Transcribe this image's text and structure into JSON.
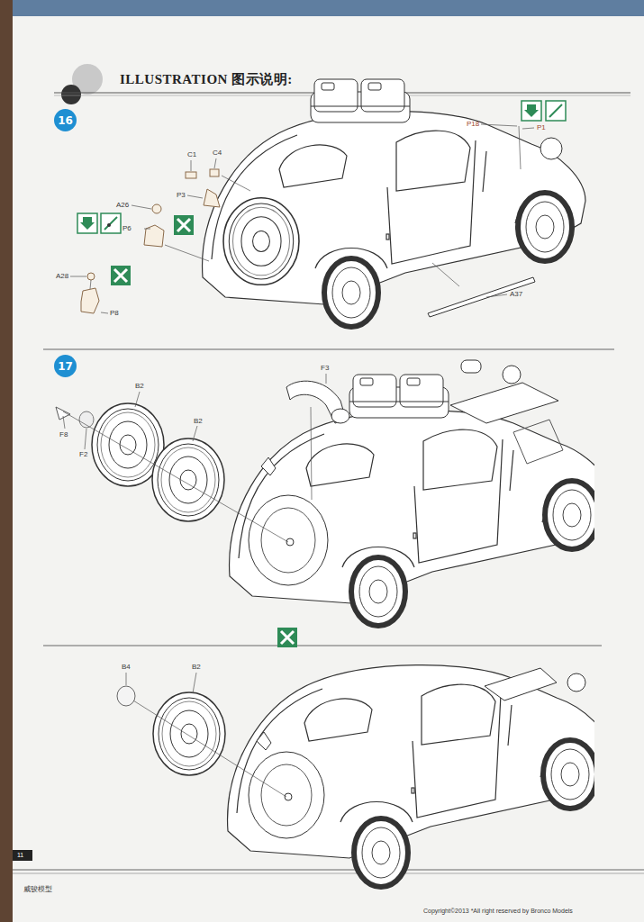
{
  "diagram": {
    "title": "ILLUSTRATION 图示说明:",
    "nodes": [
      {
        "text": [
          "16"
        ]
      },
      {
        "text": [
          "17"
        ]
      }
    ],
    "edges": [],
    "labels": [
      "C1",
      "C4",
      "A26",
      "P3",
      "P6",
      "A28",
      "P8",
      "P18",
      "P1",
      "A37",
      "B2",
      "B2",
      "F8",
      "F2",
      "F3",
      "B4",
      "B2",
      "11",
      "威骏模型",
      "Copyright©2013  *All right reserved by Bronco Models"
    ]
  }
}
